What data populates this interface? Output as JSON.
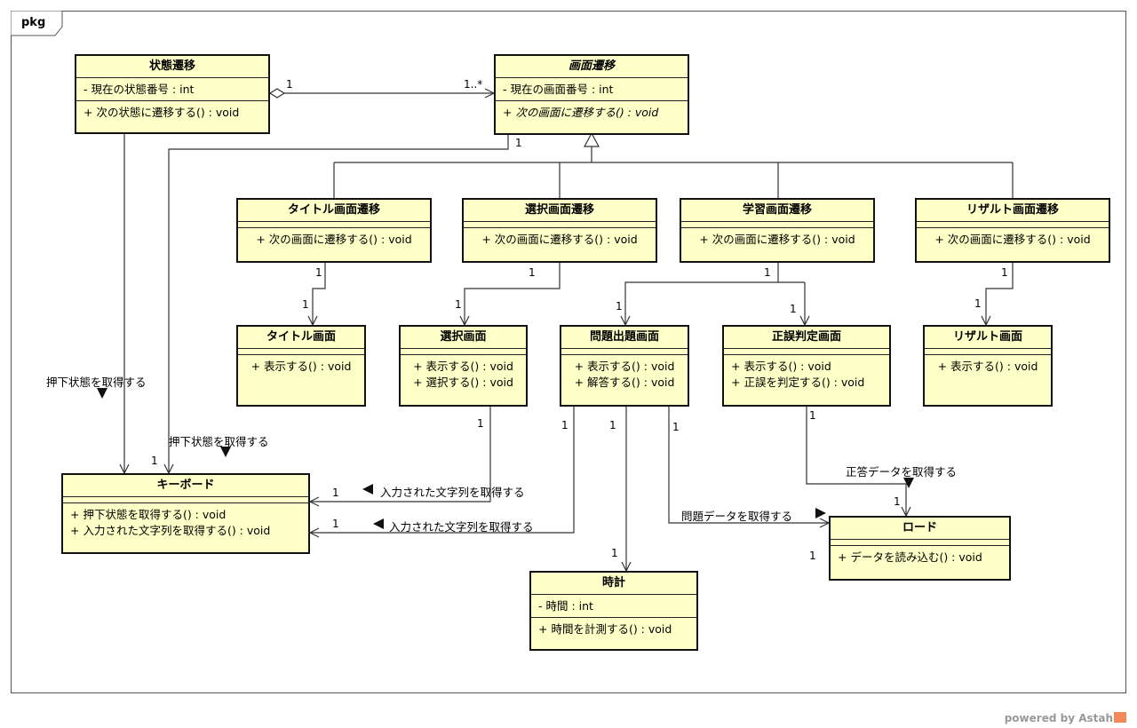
{
  "package": {
    "label": "pkg"
  },
  "classes": {
    "state_transition": {
      "name": "状態遷移",
      "attr": "- 現在の状態番号 : int",
      "ops": [
        "+ 次の状態に遷移する() : void"
      ]
    },
    "screen_transition": {
      "name": "画面遷移",
      "attr": "- 現在の画面番号 : int",
      "ops": [
        "+ 次の画面に遷移する() : void"
      ]
    },
    "title_transition": {
      "name": "タイトル画面遷移",
      "ops": [
        "+ 次の画面に遷移する() : void"
      ]
    },
    "select_transition": {
      "name": "選択画面遷移",
      "ops": [
        "+ 次の画面に遷移する() : void"
      ]
    },
    "study_transition": {
      "name": "学習画面遷移",
      "ops": [
        "+ 次の画面に遷移する() : void"
      ]
    },
    "result_transition": {
      "name": "リザルト画面遷移",
      "ops": [
        "+ 次の画面に遷移する() : void"
      ]
    },
    "title_screen": {
      "name": "タイトル画面",
      "ops": [
        "+ 表示する() : void"
      ]
    },
    "select_screen": {
      "name": "選択画面",
      "ops": [
        "+ 表示する() : void",
        "+ 選択する() : void"
      ]
    },
    "question_screen": {
      "name": "問題出題画面",
      "ops": [
        "+ 表示する() : void",
        "+ 解答する() : void"
      ]
    },
    "judge_screen": {
      "name": "正誤判定画面",
      "ops": [
        "+ 表示する() : void",
        "+ 正誤を判定する() : void"
      ]
    },
    "result_screen": {
      "name": "リザルト画面",
      "ops": [
        "+ 表示する() : void"
      ]
    },
    "keyboard": {
      "name": "キーボード",
      "ops": [
        "+ 押下状態を取得する() : void",
        "+ 入力された文字列を取得する() : void"
      ]
    },
    "clock": {
      "name": "時計",
      "attr": "- 時間 : int",
      "ops": [
        "+ 時間を計測する() : void"
      ]
    },
    "load": {
      "name": "ロード",
      "ops": [
        "+ データを読み込む() : void"
      ]
    }
  },
  "relations": {
    "get_pressed_1": "押下状態を取得する",
    "get_pressed_2": "押下状態を取得する",
    "get_input_1": "入力された文字列を取得する",
    "get_input_2": "入力された文字列を取得する",
    "get_question_data": "問題データを取得する",
    "get_answer_data": "正答データを取得する"
  },
  "multiplicity": {
    "one": "1",
    "one_many": "1..*"
  },
  "footer": {
    "powered": "powered by Astah"
  },
  "colors": {
    "class_fill": "#ffffc8",
    "border": "#111111",
    "line": "#333333"
  }
}
